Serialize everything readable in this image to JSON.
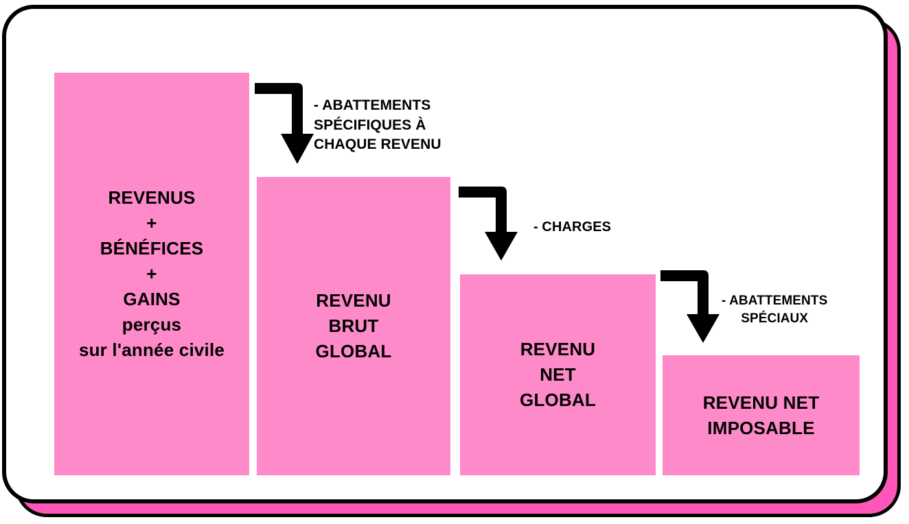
{
  "diagram": {
    "title_visible": false,
    "background_color": "#FFFFFF",
    "frame": {
      "border_color": "#000000",
      "fill_color": "#FFFFFF",
      "shadow_color": "#FF57B9"
    },
    "bar_color": "#FF8AC9",
    "text_color": "#000000",
    "steps": [
      {
        "id": "revenus",
        "label": "REVENUS\n+\nBÉNÉFICES\n+\nGAINS\nperçus\nsur l'année civile"
      },
      {
        "id": "revenu-brut-global",
        "label": "REVENU\nBRUT\nGLOBAL"
      },
      {
        "id": "revenu-net-global",
        "label": "REVENU\nNET\nGLOBAL"
      },
      {
        "id": "revenu-net-imposable",
        "label": "REVENU NET\nIMPOSABLE"
      }
    ],
    "deductions": [
      {
        "id": "abattements-specifiques",
        "label": "- ABATTEMENTS\nSPÉCIFIQUES À\nCHAQUE REVENU"
      },
      {
        "id": "charges",
        "label": "- CHARGES"
      },
      {
        "id": "abattements-speciaux",
        "label": "- ABATTEMENTS\nSPÉCIAUX"
      }
    ]
  }
}
